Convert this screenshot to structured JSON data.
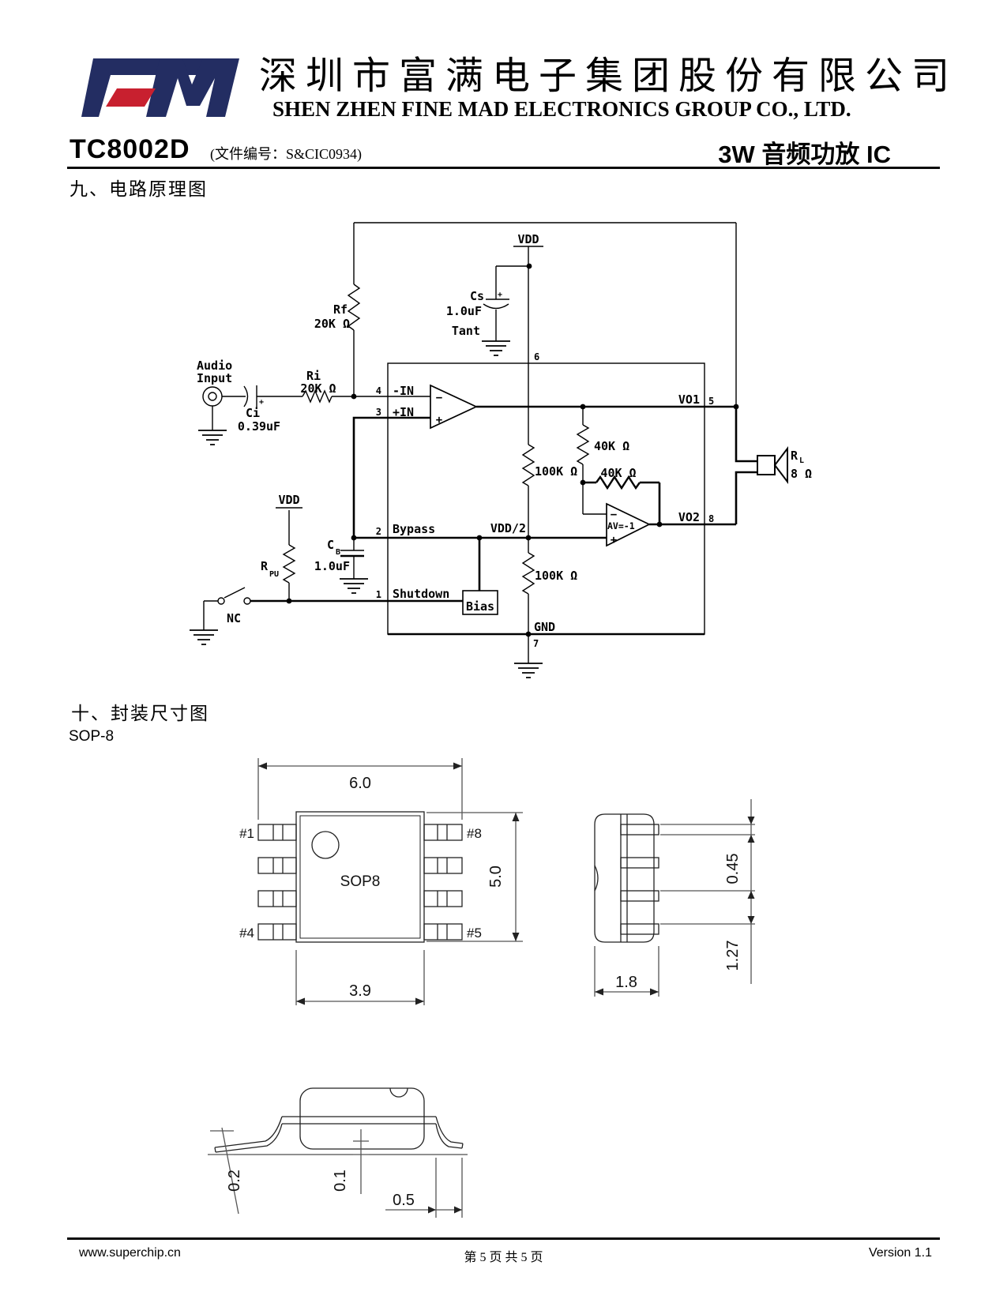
{
  "header": {
    "logo_text": "FM",
    "logo_navy": "#232d62",
    "logo_red": "#c8202f",
    "company_cn": "深圳市富满电子集团股份有限公司",
    "company_en": "SHEN ZHEN FINE MAD ELECTRONICS GROUP CO., LTD.",
    "part_number": "TC8002D",
    "doc_number": "(文件编号：S&CIC0934)",
    "product_title": "3W 音频功放 IC"
  },
  "sections": {
    "schematic_title": "九、电路原理图",
    "package_title": "十、封装尺寸图",
    "package_type": "SOP-8"
  },
  "schematic": {
    "labels": {
      "audio1": "Audio",
      "audio2": "Input",
      "ci": "Ci",
      "ci_val": "0.39uF",
      "ci_plus": "+",
      "ri": "Ri",
      "ri_val": "20K Ω",
      "rf": "Rf",
      "rf_val": "20K Ω",
      "vdd_top": "VDD",
      "vdd_left": "VDD",
      "cs": "Cs",
      "cs_val": "1.0uF",
      "cs_type": "Tant",
      "cs_plus": "+",
      "neg_in": "-IN",
      "pos_in": "+IN",
      "bypass": "Bypass",
      "shutdown": "Shutdown",
      "vdd_half": "VDD/2",
      "gnd": "GND",
      "vo1": "VO1",
      "vo2": "VO2",
      "r100k_1": "100K Ω",
      "r100k_2": "100K Ω",
      "r40k_1": "40K Ω",
      "r40k_2": "40K Ω",
      "av": "AV=-1",
      "op_minus": "−",
      "op_plus": "+",
      "bias": "Bias",
      "rpu": "R",
      "rpu_sub": "PU",
      "cb": "C",
      "cb_sub": "B",
      "cb_val": "1.0uF",
      "nc": "NC",
      "rl": "R",
      "rl_sub": "L",
      "rl_val": "8 Ω"
    },
    "pins": {
      "p1": "1",
      "p2": "2",
      "p3": "3",
      "p4": "4",
      "p5": "5",
      "p6": "6",
      "p7": "7",
      "p8": "8"
    }
  },
  "package": {
    "top_view": {
      "total_width": "6.0",
      "body_width": "3.9",
      "body_height": "5.0",
      "chip_label": "SOP8",
      "pin1": "#1",
      "pin4": "#4",
      "pin5": "#5",
      "pin8": "#8"
    },
    "side_view": {
      "lead_thickness": "0.45",
      "lead_pitch": "1.27",
      "body_depth": "1.8"
    },
    "front_view": {
      "standoff": "0.2",
      "coplanarity": "0.1",
      "foot_length": "0.5"
    }
  },
  "footer": {
    "website": "www.superchip.cn",
    "page_info": "第 5 页 共 5 页",
    "version": "Version 1.1"
  }
}
